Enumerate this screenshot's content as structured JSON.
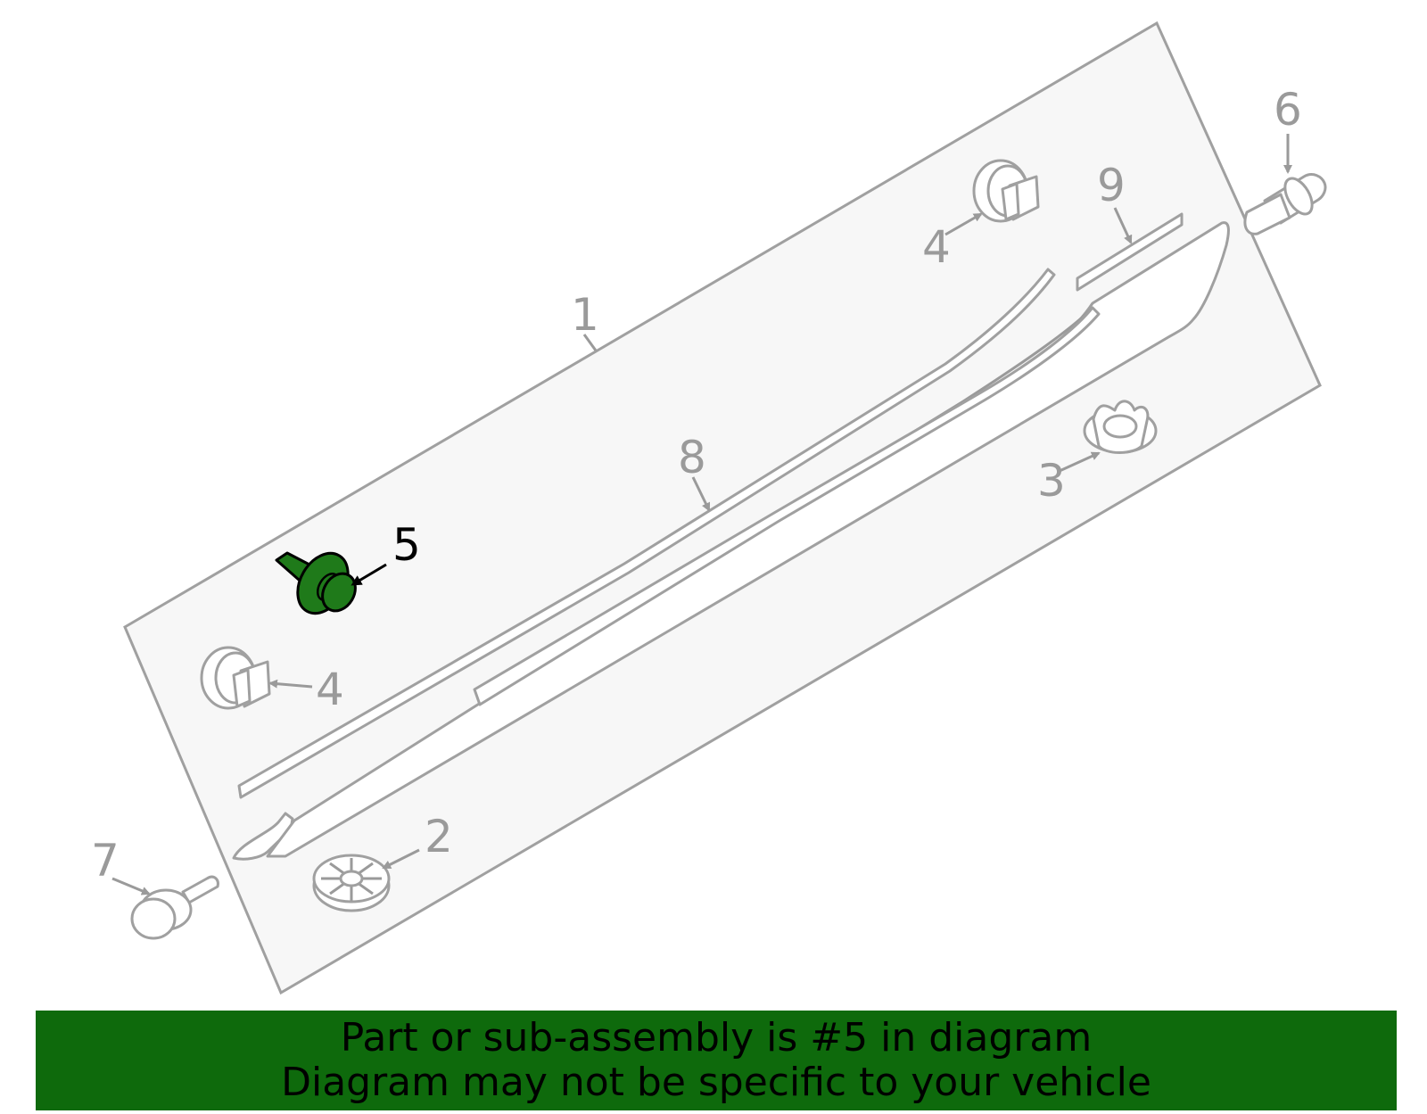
{
  "callouts": {
    "c1": "1",
    "c2": "2",
    "c3": "3",
    "c4a": "4",
    "c4b": "4",
    "c5": "5",
    "c6": "6",
    "c7": "7",
    "c8": "8",
    "c9": "9"
  },
  "highlight": {
    "part_number": "5",
    "color": "#1f7a1a"
  },
  "banner": {
    "line1": "Part or sub-assembly is #5 in diagram",
    "line2": "Diagram may not be specific to your vehicle",
    "background": "#0e6a0c"
  }
}
